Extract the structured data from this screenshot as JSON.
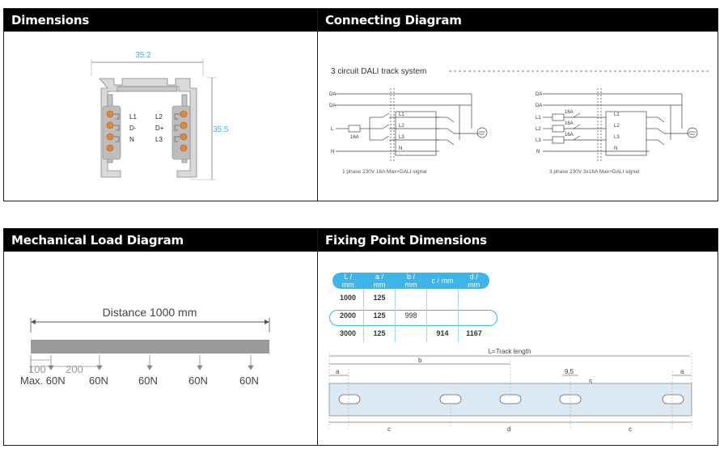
{
  "panels": {
    "dimensions": {
      "title": "Dimensions",
      "width_label": "35.2",
      "height_label": "35.5",
      "left_labels": [
        "L1",
        "D-",
        "N"
      ],
      "right_labels": [
        "L2",
        "D+",
        "L3"
      ]
    },
    "connecting": {
      "title": "Connecting Diagram",
      "system_label": "3 circuit DALI track system",
      "left_caption": "1 phase 230V 16A Max+DALI signal",
      "right_caption": "3 phase 230V 3x16A Max+DALI signal",
      "left_inputs": [
        "DA",
        "DA",
        "L",
        "N"
      ],
      "right_inputs": [
        "DA",
        "DA",
        "L1",
        "L2",
        "L3",
        "N"
      ],
      "line_labels": [
        "L1",
        "L2",
        "L3",
        "N"
      ],
      "fuse_label": "16A"
    },
    "mechanical": {
      "title": "Mechanical Load Diagram",
      "distance_label": "Distance 1000 mm",
      "offset_100": "100",
      "offset_200": "200",
      "loads": [
        "Max. 60N",
        "60N",
        "60N",
        "60N",
        "60N"
      ]
    },
    "fixing": {
      "title": "Fixing Point Dimensions",
      "table": {
        "headers": [
          "L / mm",
          "a / mm",
          "b / mm",
          "c / mm",
          "d / mm"
        ],
        "rows": [
          [
            "1000",
            "125",
            "",
            "",
            ""
          ],
          [
            "2000",
            "125",
            "998",
            "",
            ""
          ],
          [
            "3000",
            "125",
            "",
            "914",
            "1167"
          ]
        ]
      },
      "track_length_label": "L=Track length",
      "dim_a": "a",
      "dim_b": "b",
      "dim_c": "c",
      "dim_d": "d",
      "dim_95": "9,5",
      "dim_5": "5"
    }
  },
  "colors": {
    "accent": "#3fb4e8",
    "header_bg": "#000000",
    "load_bar": "#9a9a9a",
    "contact": "#e0883a"
  }
}
